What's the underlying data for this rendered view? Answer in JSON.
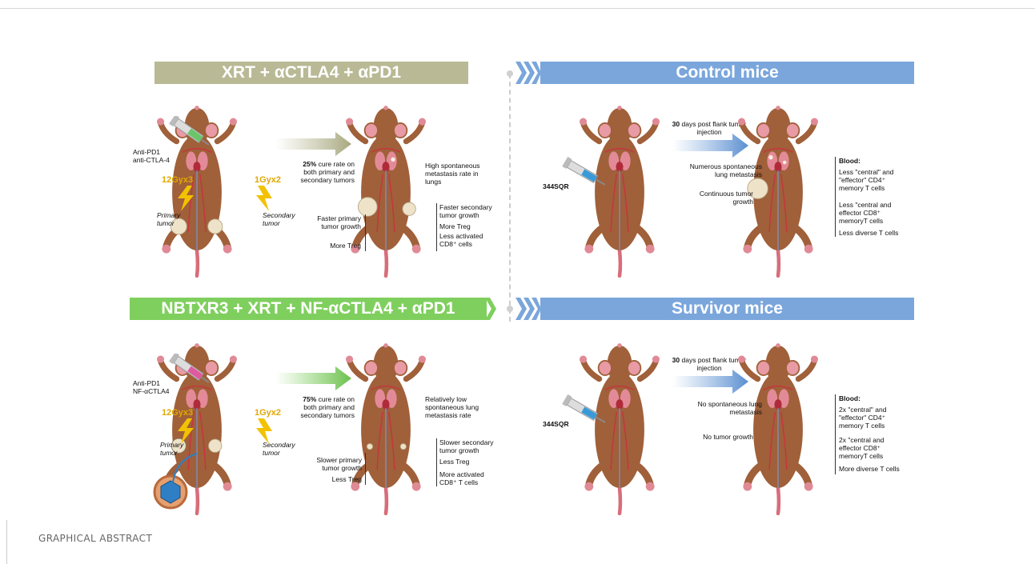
{
  "footer": "GRAPHICAL ABSTRACT",
  "banners": {
    "top_left": "XRT + αCTLA4 + αPD1",
    "bottom_left": "NBTXR3 + XRT + NF-αCTLA4 + αPD1",
    "top_right": "Control mice",
    "bottom_right": "Survivor mice"
  },
  "top_left": {
    "syringe_label_1": "Anti-PD1",
    "syringe_label_2": "anti-CTLA-4",
    "dose_primary": "12Gyx3",
    "dose_secondary": "1Gyx2",
    "primary_tumor": "Primary tumor",
    "secondary_tumor": "Secondary tumor",
    "cure_pct": "25%",
    "cure_text": "cure rate on both primary and secondary tumors",
    "metastasis": "High spontaneous metastasis rate in lungs",
    "primary_growth": "Faster primary tumor growth",
    "primary_treg": "More Treg",
    "secondary_growth": "Faster secondary tumor growth",
    "secondary_treg": "More Treg",
    "cd8": "Less activated CD8⁺ cells"
  },
  "bottom_left": {
    "syringe_label_1": "Anti-PD1",
    "syringe_label_2": "NF-αCTLA4",
    "dose_primary": "12Gyx3",
    "dose_secondary": "1Gyx2",
    "primary_tumor": "Primary tumor",
    "secondary_tumor": "Secondary tumor",
    "cure_pct": "75%",
    "cure_text": "cure rate on both primary and secondary tumors",
    "metastasis": "Relatively low spontaneous lung metastasis rate",
    "primary_growth": "Slower primary tumor growth",
    "primary_treg": "Less Treg",
    "secondary_growth": "Slower secondary tumor growth",
    "secondary_treg": "Less Treg",
    "cd8": "More activated CD8⁺ T cells"
  },
  "top_right": {
    "cell_line": "344SQR",
    "days_bold": "30",
    "days_text": "days post flank tumor injection",
    "metastasis": "Numerous spontaneous lung metastasis",
    "tumor": "Continuous tumor growth",
    "blood_title": "Blood:",
    "blood_1": "Less \"central\" and \"effector\" CD4⁺ memory T cells",
    "blood_2": "Less \"central and effector CD8⁺ memoryT cells",
    "blood_3": "Less diverse T cells"
  },
  "bottom_right": {
    "cell_line": "344SQR",
    "days_bold": "30",
    "days_text": "days post flank tumor injection",
    "metastasis": "No spontaneous lung metastasis",
    "tumor": "No tumor growth",
    "blood_title": "Blood:",
    "blood_1": "2x \"central\" and \"effector\" CD4⁺ memory T cells",
    "blood_2": "2x \"central and effector CD8⁺ memoryT cells",
    "blood_3": "More diverse T cells"
  },
  "colors": {
    "olive": "#b9b995",
    "green": "#7fcf5e",
    "blue": "#7aa6dc",
    "mouse_body": "#a0603a",
    "dose_yellow": "#f2c200"
  }
}
